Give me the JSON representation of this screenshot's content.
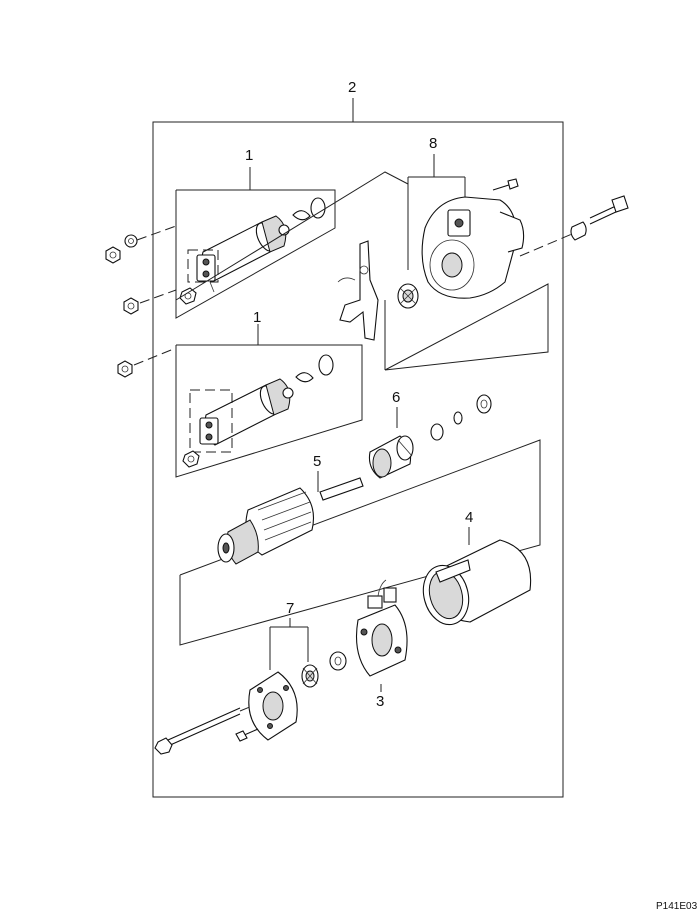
{
  "callouts": {
    "c2": "2",
    "c1a": "1",
    "c1b": "1",
    "c8": "8",
    "c6": "6",
    "c5": "5",
    "c4": "4",
    "c7": "7",
    "c3": "3"
  },
  "figure_code": "P141E03"
}
